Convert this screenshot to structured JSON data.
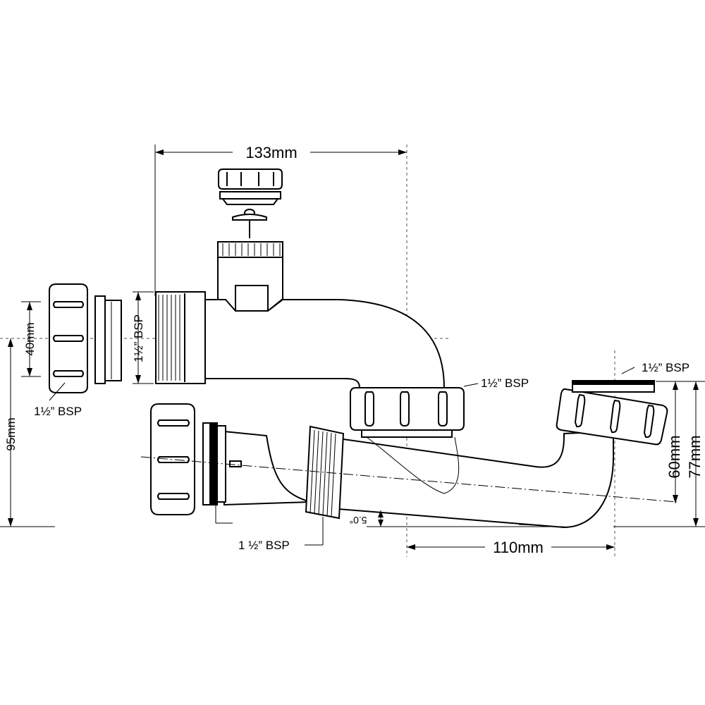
{
  "dimensions": {
    "width_top": "133mm",
    "width_bottom": "110mm",
    "height_left": "95mm",
    "height_inlet": "40mm",
    "height_outlet_a": "60mm",
    "height_outlet_b": "77mm",
    "angle": "5.0°"
  },
  "labels": {
    "bsp_left_nut": "1½” BSP",
    "bsp_left_thread": "1½” BSP",
    "bsp_center_nut": "1½” BSP",
    "bsp_right_outlet": "1½” BSP",
    "bsp_bottom": "1 ½” BSP"
  }
}
